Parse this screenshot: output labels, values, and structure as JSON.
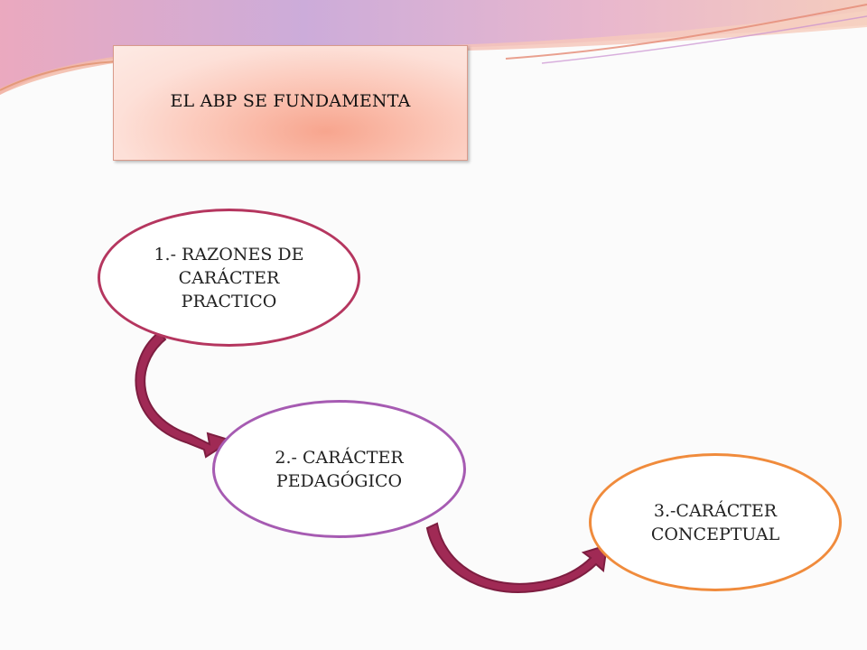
{
  "title": "EL ABP SE FUNDAMENTA",
  "nodes": [
    {
      "label": "1.- RAZONES DE CARÁCTER PRACTICO"
    },
    {
      "label": "2.- CARÁCTER PEDAGÓGICO"
    },
    {
      "label": "3.-CARÁCTER CONCEPTUAL"
    }
  ],
  "colors": {
    "node1_border": "#b5365f",
    "node2_border": "#a65bb2",
    "node3_border": "#f08b3c",
    "arrow_fill": "#a02a55",
    "title_fill": "#f7a58e"
  }
}
